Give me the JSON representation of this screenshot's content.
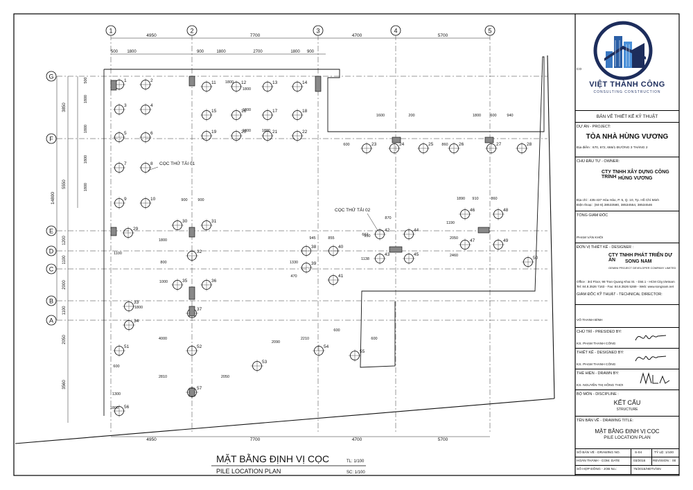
{
  "plan": {
    "title_vi": "MẶT BẰNG ĐỊNH VỊ CỌC",
    "title_en": "PILE LOCATION PLAN",
    "scale_tl": "TL: 1/100",
    "scale_sc": "SC: 1/100"
  },
  "grid": {
    "columns": [
      "1",
      "2",
      "3",
      "4",
      "5"
    ],
    "rows": [
      "G",
      "F",
      "E",
      "D",
      "C",
      "B",
      "A"
    ]
  },
  "dimensions": {
    "top": [
      "4950",
      "7700",
      "4700",
      "5700"
    ],
    "bottom": [
      "4950",
      "7700",
      "4700",
      "5700"
    ],
    "top_sub": [
      "500",
      "1800",
      "900",
      "1800",
      "2700",
      "1800",
      "900"
    ],
    "left_rows": [
      "3850",
      "5550",
      "1200",
      "1100",
      "2000",
      "1100",
      "2050",
      "3560"
    ],
    "left_total": "14800",
    "left_sub": [
      "500",
      "1800",
      "1800",
      "1800",
      "1800"
    ],
    "misc": [
      "1100",
      "900",
      "900",
      "1800",
      "800",
      "1000",
      "600",
      "1800",
      "1800",
      "1800",
      "1800",
      "1800",
      "600",
      "1600",
      "200",
      "1800",
      "600",
      "940",
      "860",
      "870",
      "930",
      "662",
      "1138",
      "945",
      "855",
      "1330",
      "470",
      "1890",
      "910",
      "860",
      "1190",
      "2050",
      "2460",
      "4000",
      "2810",
      "2050",
      "2090",
      "2210",
      "600",
      "600",
      "1300",
      "1800",
      "1800"
    ]
  },
  "piles": [
    "1",
    "2",
    "3",
    "4",
    "5",
    "6",
    "7",
    "8",
    "9",
    "10",
    "11",
    "12",
    "13",
    "14",
    "15",
    "16",
    "17",
    "18",
    "19",
    "20",
    "21",
    "22",
    "23",
    "24",
    "25",
    "26",
    "27",
    "28",
    "29",
    "30",
    "31",
    "32",
    "33",
    "34",
    "35",
    "36",
    "37",
    "38",
    "39",
    "40",
    "41",
    "42",
    "43",
    "44",
    "45",
    "46",
    "47",
    "48",
    "49",
    "50",
    "51",
    "52",
    "53",
    "54",
    "55",
    "56",
    "57"
  ],
  "callouts": {
    "test_pile_1": "CỌC THỬ TẢI 01",
    "test_pile_2": "CỌC THỬ TẢI 02"
  },
  "title_block": {
    "logo_name": "VIỆT THÀNH CÔNG",
    "logo_sub": "CONSULTING CONSTRUCTION",
    "drawing_type": "BẢN VẼ THIẾT KẾ KỸ THUẬT",
    "project_label": "DỰ ÁN - PROJECT:",
    "project_name": "TÒA NHÀ HÙNG VƯƠNG",
    "project_address": "Địa điểm : 670, 672, 666/1 ĐƯỜNG 3 THÁNG 2",
    "owner_label": "CHỦ ĐẦU TƯ - OWNER:",
    "owner_name_1": "CTY TNHH XÂY DỰNG CÔNG TRÌNH",
    "owner_name_2": "HÙNG VƯƠNG",
    "owner_address": "Địa chỉ : 435-437 Hòa Hảo, P. 5, Q. 10, Tp. Hồ Chí Minh",
    "owner_phone": "Điện thoại : (84-8).38533580, 38534554, 38534546",
    "director_label": "TỔNG GIÁM ĐỐC",
    "director_name": "PHẠM VĂN KHÔI",
    "designer_label": "ĐƠN VỊ THIẾT KẾ - DESIGNER :",
    "designer_name_1": "CTY TNHH PHÁT TRIỂN DỰ ÁN",
    "designer_name_2": "SONG NAM",
    "designer_name_en": "GEMINI PROJECT DEVELOPER COMPANY LIMITED",
    "designer_office": "Office : 3rd Floor, 98 Tran Quang Khai St. - Dist.1 - HCM City,Vietnam",
    "designer_tel": "Tel: 84.8.3526 7163 - Fax: 84.8.3526 5269 - Web: www.songnam.net",
    "tech_director_label": "GIÁM ĐỐC KỸ THUẬT - TECHNICAL DIRECTOR:",
    "tech_director_name": "VÕ THANH BÌNH",
    "presided_label": "CHỦ TRÌ - PRESIDED BY:",
    "presided_name": "KS. PHẠM THANH CÔNG",
    "designed_label": "THIẾT KẾ - DESIGNED BY:",
    "designed_name": "KS. PHẠM THANH CÔNG",
    "drawn_label": "THỂ HIỆN - DRAWN BY:",
    "drawn_name": "KS. NGUYỄN THỊ HỒNG THƠI",
    "discipline_label": "BỘ MÔN - DISCIPLINE :",
    "discipline_vi": "KẾT CẤU",
    "discipline_en": "STRUCTURE",
    "drawing_title_label": "TÊN BẢN VẼ - DRAWING TITLE:",
    "drawing_title_vi": "MẶT BẰNG ĐỊNH VỊ CỌC",
    "drawing_title_en": "PILE LOCATION PLAN",
    "drawing_no_label": "SỐ BẢN VẼ - DRAWING NO.",
    "drawing_no": "S-04",
    "scale_label": "TỶ LỆ:",
    "scale": "1/100",
    "completion_label": "HOÀN THÀNH - COM. DATE",
    "completion_date": "03/2016",
    "revision_label": "REVISION :",
    "revision": "00",
    "job_label": "SỐ HỢP ĐỒNG - JOB No.:",
    "job_no": "75/2015/HĐTV/SN",
    "co_label": "CO"
  }
}
